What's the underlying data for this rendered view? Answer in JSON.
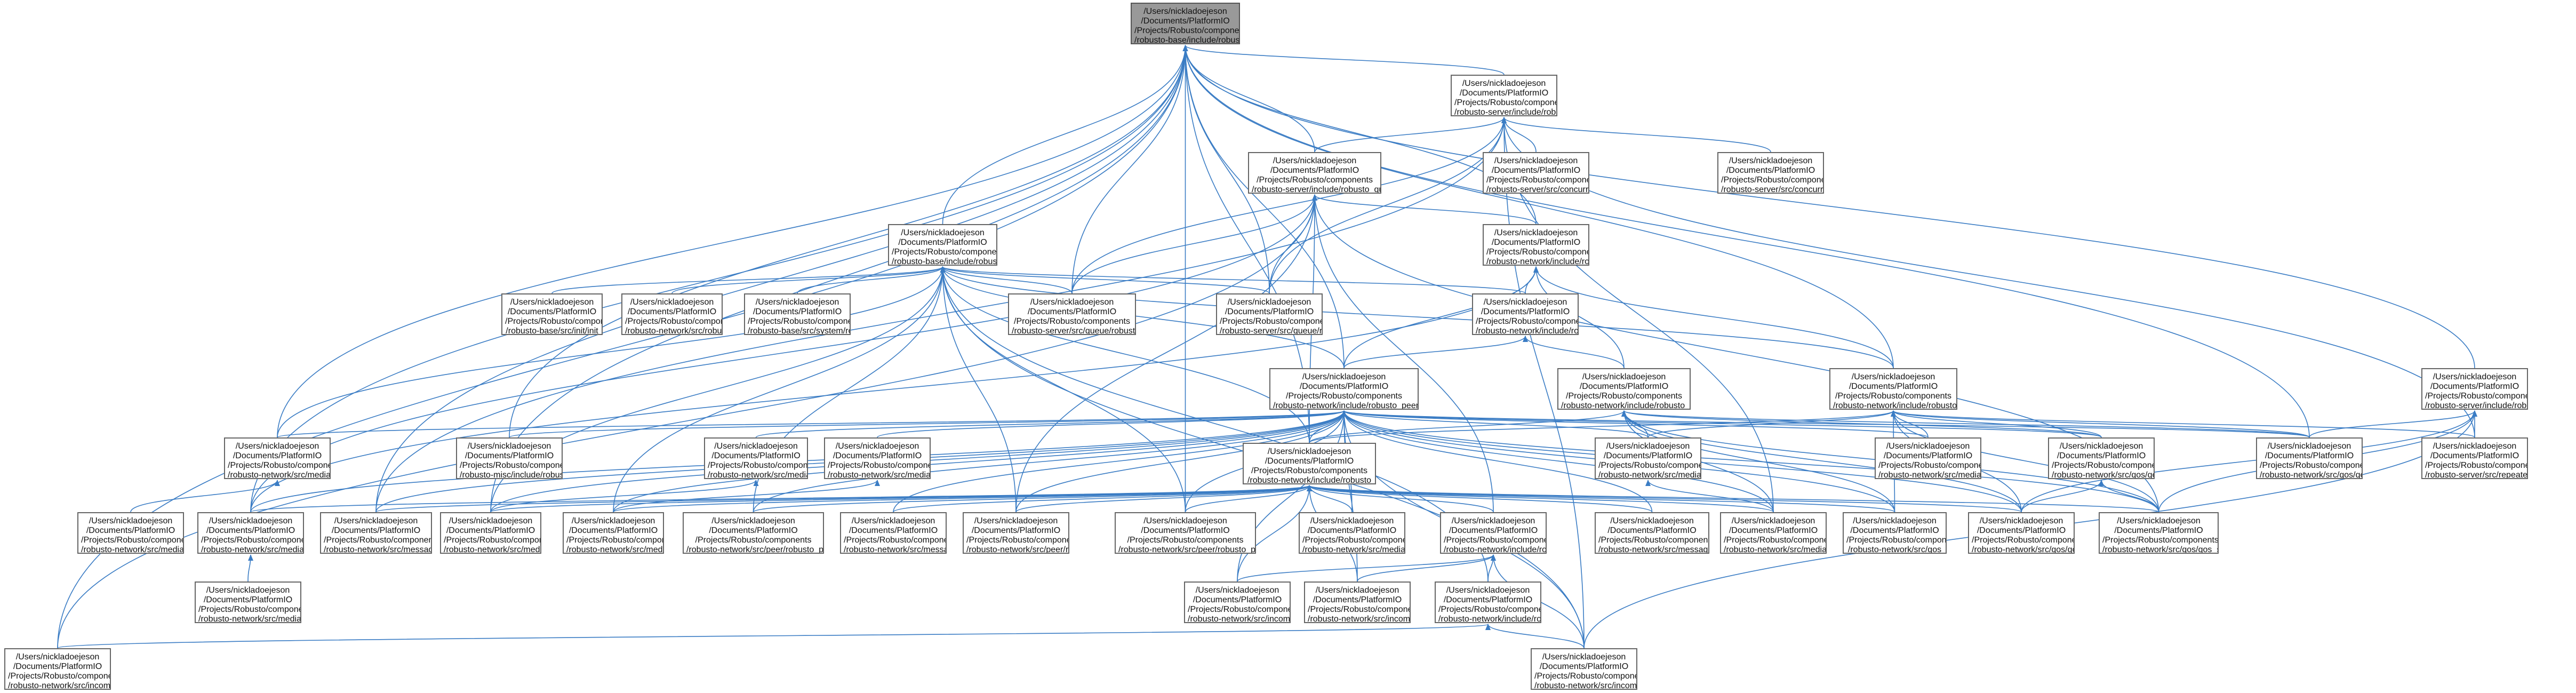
{
  "diagram": {
    "edge_color": "#3a7cc4",
    "node_border_color": "#666666",
    "focus_fill": "#999999",
    "nodes": [
      {
        "id": "n0",
        "label": "/Users/nickladoejeson\n/Documents/PlatformIO\n/Projects/Robusto/components\n/robusto-base/include/robusto\n_retval.h",
        "focus": true
      },
      {
        "id": "n1",
        "label": "/Users/nickladoejeson\n/Documents/PlatformIO\n/Projects/Robusto/components\n/robusto-server/include/robusto\n_concurrency.h"
      },
      {
        "id": "n2",
        "label": "/Users/nickladoejeson\n/Documents/PlatformIO\n/Projects/Robusto/components\n/robusto-server/include/robusto_queue.h"
      },
      {
        "id": "n3",
        "label": "/Users/nickladoejeson\n/Documents/PlatformIO\n/Projects/Robusto/components\n/robusto-server/src/concurrency\n/robusto_concurrency_freertos.c"
      },
      {
        "id": "n4",
        "label": "/Users/nickladoejeson\n/Documents/PlatformIO\n/Projects/Robusto/components\n/robusto-server/src/concurrency\n/robusto_concurrency_native.c"
      },
      {
        "id": "n5",
        "label": "/Users/nickladoejeson\n/Documents/PlatformIO\n/Projects/Robusto/components\n/robusto-base/include/robusto\n_system.h"
      },
      {
        "id": "n6",
        "label": "/Users/nickladoejeson\n/Documents/PlatformIO\n/Projects/Robusto/components\n/robusto-network/include/robusto\n_media_def.h"
      },
      {
        "id": "n7",
        "label": "/Users/nickladoejeson\n/Documents/PlatformIO\n/Projects/Robusto/components\n/robusto-base/src/init/init\n_robusto.c"
      },
      {
        "id": "n8",
        "label": "/Users/nickladoejeson\n/Documents/PlatformIO\n/Projects/Robusto/components\n/robusto-network/src/robusto\n_network_init.c"
      },
      {
        "id": "n9",
        "label": "/Users/nickladoejeson\n/Documents/PlatformIO\n/Projects/Robusto/components\n/robusto-base/src/system/robusto\n_system.c"
      },
      {
        "id": "n10",
        "label": "/Users/nickladoejeson\n/Documents/PlatformIO\n/Projects/Robusto/components\n/robusto-server/src/queue/robusto_queue.c"
      },
      {
        "id": "n11",
        "label": "/Users/nickladoejeson\n/Documents/PlatformIO\n/Projects/Robusto/components\n/robusto-server/src/queue/robusto\n_worker.c"
      },
      {
        "id": "n12",
        "label": "/Users/nickladoejeson\n/Documents/PlatformIO\n/Projects/Robusto/components\n/robusto-network/include/robusto\n_peer_def.h"
      },
      {
        "id": "n13",
        "label": "/Users/nickladoejeson\n/Documents/PlatformIO\n/Projects/Robusto/components\n/robusto-network/include/robusto_peer.h"
      },
      {
        "id": "n14",
        "label": "/Users/nickladoejeson\n/Documents/PlatformIO\n/Projects/Robusto/components\n/robusto-network/include/robusto_qos.h"
      },
      {
        "id": "n15",
        "label": "/Users/nickladoejeson\n/Documents/PlatformIO\n/Projects/Robusto/components\n/robusto-network/include/robusto_media.h"
      },
      {
        "id": "n16",
        "label": "/Users/nickladoejeson\n/Documents/PlatformIO\n/Projects/Robusto/components\n/robusto-server/include/robusto\n_repeater.h"
      },
      {
        "id": "n17",
        "label": "/Users/nickladoejeson\n/Documents/PlatformIO\n/Projects/Robusto/components\n/robusto-network/src/media\n/mock/mock_queue.h"
      },
      {
        "id": "n18",
        "label": "/Users/nickladoejeson\n/Documents/PlatformIO\n/Projects/Robusto/components\n/robusto-misc/include/robusto\n_pubsub_client.h"
      },
      {
        "id": "n19",
        "label": "/Users/nickladoejeson\n/Documents/PlatformIO\n/Projects/Robusto/components\n/robusto-network/src/media\n/lora/lora_peer.h"
      },
      {
        "id": "n20",
        "label": "/Users/nickladoejeson\n/Documents/PlatformIO\n/Projects/Robusto/components\n/robusto-network/src/media\n/mock/mock_peer.h"
      },
      {
        "id": "n21",
        "label": "/Users/nickladoejeson\n/Documents/PlatformIO\n/Projects/Robusto/components\n/robusto-network/include/robusto\n_message.h"
      },
      {
        "id": "n22",
        "label": "/Users/nickladoejeson\n/Documents/PlatformIO\n/Projects/Robusto/components\n/robusto-network/src/media\n/mock/mock_recover.h"
      },
      {
        "id": "n23",
        "label": "/Users/nickladoejeson\n/Documents/PlatformIO\n/Projects/Robusto/components\n/robusto-network/src/media\n/robusto_media.c"
      },
      {
        "id": "n24",
        "label": "/Users/nickladoejeson\n/Documents/PlatformIO\n/Projects/Robusto/components\n/robusto-network/src/qos/qos\n_recovery.h"
      },
      {
        "id": "n25",
        "label": "/Users/nickladoejeson\n/Documents/PlatformIO\n/Projects/Robusto/components\n/robusto-network/src/qos/qos\n_scoring.c"
      },
      {
        "id": "n26",
        "label": "/Users/nickladoejeson\n/Documents/PlatformIO\n/Projects/Robusto/components\n/robusto-server/src/repeater\n/robusto_repeater.c"
      },
      {
        "id": "n27",
        "label": "/Users/nickladoejeson\n/Documents/PlatformIO\n/Projects/Robusto/components\n/robusto-network/src/media\n/mock/mock_queue.c"
      },
      {
        "id": "n28",
        "label": "/Users/nickladoejeson\n/Documents/PlatformIO\n/Projects/Robusto/components\n/robusto-network/src/media\n/mock/mock_messaging.h"
      },
      {
        "id": "n29",
        "label": "/Users/nickladoejeson\n/Documents/PlatformIO\n/Projects/Robusto/components\n/robusto-network/src/message\n/robusto_message_building.c"
      },
      {
        "id": "n30",
        "label": "/Users/nickladoejeson\n/Documents/PlatformIO\n/Projects/Robusto/components\n/robusto-network/src/media\n/lora/lora_peer.c"
      },
      {
        "id": "n31",
        "label": "/Users/nickladoejeson\n/Documents/PlatformIO\n/Projects/Robusto/components\n/robusto-network/src/media\n/mock/mock_peer.c"
      },
      {
        "id": "n32",
        "label": "/Users/nickladoejeson\n/Documents/PlatformIO\n/Projects/Robusto/components\n/robusto-network/src/peer/robusto_peers.c"
      },
      {
        "id": "n33",
        "label": "/Users/nickladoejeson\n/Documents/PlatformIO\n/Projects/Robusto/components\n/robusto-network/src/message\n/robusto_message.c"
      },
      {
        "id": "n34",
        "label": "/Users/nickladoejeson\n/Documents/PlatformIO\n/Projects/Robusto/components\n/robusto-network/src/peer/robusto\n_presentation.c"
      },
      {
        "id": "n35",
        "label": "/Users/nickladoejeson\n/Documents/PlatformIO\n/Projects/Robusto/components\n/robusto-network/src/peer/robusto_peer.c"
      },
      {
        "id": "n36",
        "label": "/Users/nickladoejeson\n/Documents/PlatformIO\n/Projects/Robusto/components\n/robusto-network/src/media\n/mock/mock_expectations.c"
      },
      {
        "id": "n37",
        "label": "/Users/nickladoejeson\n/Documents/PlatformIO\n/Projects/Robusto/components\n/robusto-network/include/robusto\n_incoming.h"
      },
      {
        "id": "n38",
        "label": "/Users/nickladoejeson\n/Documents/PlatformIO\n/Projects/Robusto/components\n/robusto-network/src/message\n/robusto_message_sending.c"
      },
      {
        "id": "n39",
        "label": "/Users/nickladoejeson\n/Documents/PlatformIO\n/Projects/Robusto/components\n/robusto-network/src/media\n/mock/mock_recover.c"
      },
      {
        "id": "n40",
        "label": "/Users/nickladoejeson\n/Documents/PlatformIO\n/Projects/Robusto/components\n/robusto-network/src/qos\n/heartbeat.c"
      },
      {
        "id": "n41",
        "label": "/Users/nickladoejeson\n/Documents/PlatformIO\n/Projects/Robusto/components\n/robusto-network/src/qos/qos\n_recovery.c"
      },
      {
        "id": "n42",
        "label": "/Users/nickladoejeson\n/Documents/PlatformIO\n/Projects/Robusto/components\n/robusto-network/src/qos/qos_state.c"
      },
      {
        "id": "n43",
        "label": "/Users/nickladoejeson\n/Documents/PlatformIO\n/Projects/Robusto/components\n/robusto-network/src/media\n/mock/mock_messaging.c"
      },
      {
        "id": "n44",
        "label": "/Users/nickladoejeson\n/Documents/PlatformIO\n/Projects/Robusto/components\n/robusto-network/src/incoming\n/incoming_network.c"
      },
      {
        "id": "n45",
        "label": "/Users/nickladoejeson\n/Documents/PlatformIO\n/Projects/Robusto/components\n/robusto-network/src/incoming\n/incoming_queue.c"
      },
      {
        "id": "n46",
        "label": "/Users/nickladoejeson\n/Documents/PlatformIO\n/Projects/Robusto/components\n/robusto-network/include/robusto\n_network_service.h"
      },
      {
        "id": "n47",
        "label": "/Users/nickladoejeson\n/Documents/PlatformIO\n/Projects/Robusto/components\n/robusto-network/src/incoming\n/incoming_service.c"
      },
      {
        "id": "n48",
        "label": "/Users/nickladoejeson\n/Documents/PlatformIO\n/Projects/Robusto/components\n/robusto-network/src/incoming\n/incoming.c"
      }
    ],
    "edges": [
      [
        "n1",
        "n0"
      ],
      [
        "n2",
        "n0"
      ],
      [
        "n5",
        "n0"
      ],
      [
        "n6",
        "n0"
      ],
      [
        "n13",
        "n0"
      ],
      [
        "n15",
        "n0"
      ],
      [
        "n16",
        "n0"
      ],
      [
        "n17",
        "n0"
      ],
      [
        "n18",
        "n0"
      ],
      [
        "n21",
        "n0"
      ],
      [
        "n28",
        "n0"
      ],
      [
        "n29",
        "n0"
      ],
      [
        "n10",
        "n0"
      ],
      [
        "n11",
        "n0"
      ],
      [
        "n25",
        "n0"
      ],
      [
        "n47",
        "n0"
      ],
      [
        "n30",
        "n0"
      ],
      [
        "n35",
        "n0"
      ],
      [
        "n3",
        "n1"
      ],
      [
        "n4",
        "n1"
      ],
      [
        "n2",
        "n1"
      ],
      [
        "n10",
        "n1"
      ],
      [
        "n11",
        "n1"
      ],
      [
        "n29",
        "n1"
      ],
      [
        "n39",
        "n1"
      ],
      [
        "n26",
        "n1"
      ],
      [
        "n48",
        "n1"
      ],
      [
        "n10",
        "n2"
      ],
      [
        "n11",
        "n2"
      ],
      [
        "n6",
        "n2"
      ],
      [
        "n21",
        "n2"
      ],
      [
        "n37",
        "n2"
      ],
      [
        "n28",
        "n2"
      ],
      [
        "n47",
        "n2"
      ],
      [
        "n42",
        "n2"
      ],
      [
        "n34",
        "n2"
      ],
      [
        "n7",
        "n5"
      ],
      [
        "n8",
        "n5"
      ],
      [
        "n9",
        "n5"
      ],
      [
        "n10",
        "n5"
      ],
      [
        "n11",
        "n5"
      ],
      [
        "n12",
        "n5"
      ],
      [
        "n13",
        "n5"
      ],
      [
        "n15",
        "n5"
      ],
      [
        "n21",
        "n5"
      ],
      [
        "n30",
        "n5"
      ],
      [
        "n31",
        "n5"
      ],
      [
        "n32",
        "n5"
      ],
      [
        "n34",
        "n5"
      ],
      [
        "n35",
        "n5"
      ],
      [
        "n17",
        "n5"
      ],
      [
        "n48",
        "n5"
      ],
      [
        "n46",
        "n5"
      ],
      [
        "n12",
        "n6"
      ],
      [
        "n13",
        "n6"
      ],
      [
        "n15",
        "n6"
      ],
      [
        "n14",
        "n6"
      ],
      [
        "n28",
        "n6"
      ],
      [
        "n13",
        "n12"
      ],
      [
        "n14",
        "n12"
      ],
      [
        "n17",
        "n13"
      ],
      [
        "n19",
        "n13"
      ],
      [
        "n20",
        "n13"
      ],
      [
        "n21",
        "n13"
      ],
      [
        "n22",
        "n13"
      ],
      [
        "n24",
        "n13"
      ],
      [
        "n25",
        "n13"
      ],
      [
        "n28",
        "n13"
      ],
      [
        "n29",
        "n13"
      ],
      [
        "n30",
        "n13"
      ],
      [
        "n31",
        "n13"
      ],
      [
        "n32",
        "n13"
      ],
      [
        "n33",
        "n13"
      ],
      [
        "n34",
        "n13"
      ],
      [
        "n35",
        "n13"
      ],
      [
        "n36",
        "n13"
      ],
      [
        "n38",
        "n13"
      ],
      [
        "n39",
        "n13"
      ],
      [
        "n40",
        "n13"
      ],
      [
        "n41",
        "n13"
      ],
      [
        "n42",
        "n13"
      ],
      [
        "n44",
        "n13"
      ],
      [
        "n45",
        "n13"
      ],
      [
        "n48",
        "n13"
      ],
      [
        "n23",
        "n13"
      ],
      [
        "n18",
        "n13"
      ],
      [
        "n21",
        "n14"
      ],
      [
        "n22",
        "n14"
      ],
      [
        "n24",
        "n14"
      ],
      [
        "n40",
        "n14"
      ],
      [
        "n41",
        "n14"
      ],
      [
        "n42",
        "n14"
      ],
      [
        "n25",
        "n14"
      ],
      [
        "n39",
        "n14"
      ],
      [
        "n21",
        "n15"
      ],
      [
        "n23",
        "n15"
      ],
      [
        "n24",
        "n15"
      ],
      [
        "n25",
        "n15"
      ],
      [
        "n22",
        "n15"
      ],
      [
        "n40",
        "n15"
      ],
      [
        "n41",
        "n15"
      ],
      [
        "n42",
        "n15"
      ],
      [
        "n26",
        "n15"
      ],
      [
        "n25",
        "n16"
      ],
      [
        "n26",
        "n16"
      ],
      [
        "n42",
        "n16"
      ],
      [
        "n48",
        "n16"
      ],
      [
        "n41",
        "n16"
      ],
      [
        "n27",
        "n17"
      ],
      [
        "n43",
        "n28"
      ],
      [
        "n28",
        "n21"
      ],
      [
        "n29",
        "n21"
      ],
      [
        "n30",
        "n21"
      ],
      [
        "n31",
        "n21"
      ],
      [
        "n32",
        "n21"
      ],
      [
        "n33",
        "n21"
      ],
      [
        "n34",
        "n21"
      ],
      [
        "n35",
        "n21"
      ],
      [
        "n36",
        "n21"
      ],
      [
        "n37",
        "n21"
      ],
      [
        "n38",
        "n21"
      ],
      [
        "n39",
        "n21"
      ],
      [
        "n40",
        "n21"
      ],
      [
        "n41",
        "n21"
      ],
      [
        "n42",
        "n21"
      ],
      [
        "n44",
        "n21"
      ],
      [
        "n45",
        "n21"
      ],
      [
        "n44",
        "n37"
      ],
      [
        "n45",
        "n37"
      ],
      [
        "n46",
        "n37"
      ],
      [
        "n48",
        "n37"
      ],
      [
        "n47",
        "n46"
      ],
      [
        "n48",
        "n46"
      ],
      [
        "n39",
        "n22"
      ],
      [
        "n41",
        "n24"
      ],
      [
        "n42",
        "n24"
      ],
      [
        "n30",
        "n19"
      ],
      [
        "n31",
        "n20"
      ]
    ]
  }
}
